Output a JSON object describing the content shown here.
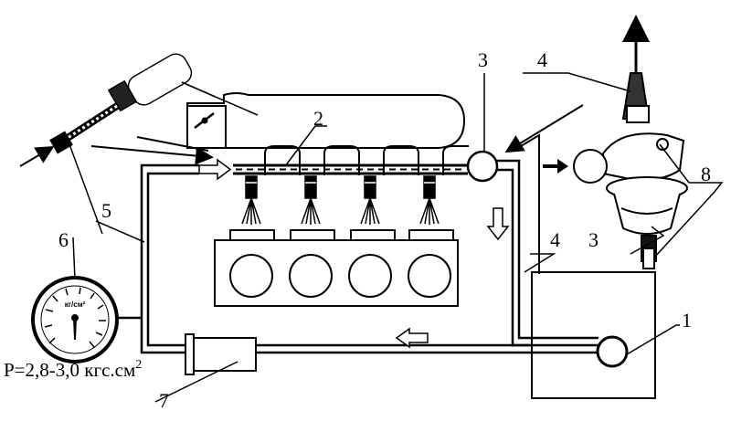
{
  "labels": {
    "fuel_pump": "1",
    "fuel_rail": "2",
    "pressure_regulator_left": "3",
    "pressure_regulator_right": "3",
    "vacuum_hose_top": "4",
    "return_line": "4",
    "supply_line": "5",
    "pressure_gauge": "6",
    "fuel_filter": "7",
    "hose_clamps": "8"
  },
  "gauge": {
    "unit": "кг/см²"
  },
  "pressure_text": "P=2,8-3,0 кгс.см",
  "pressure_sup": "2",
  "colors": {
    "line": "#000000",
    "background": "#ffffff"
  }
}
